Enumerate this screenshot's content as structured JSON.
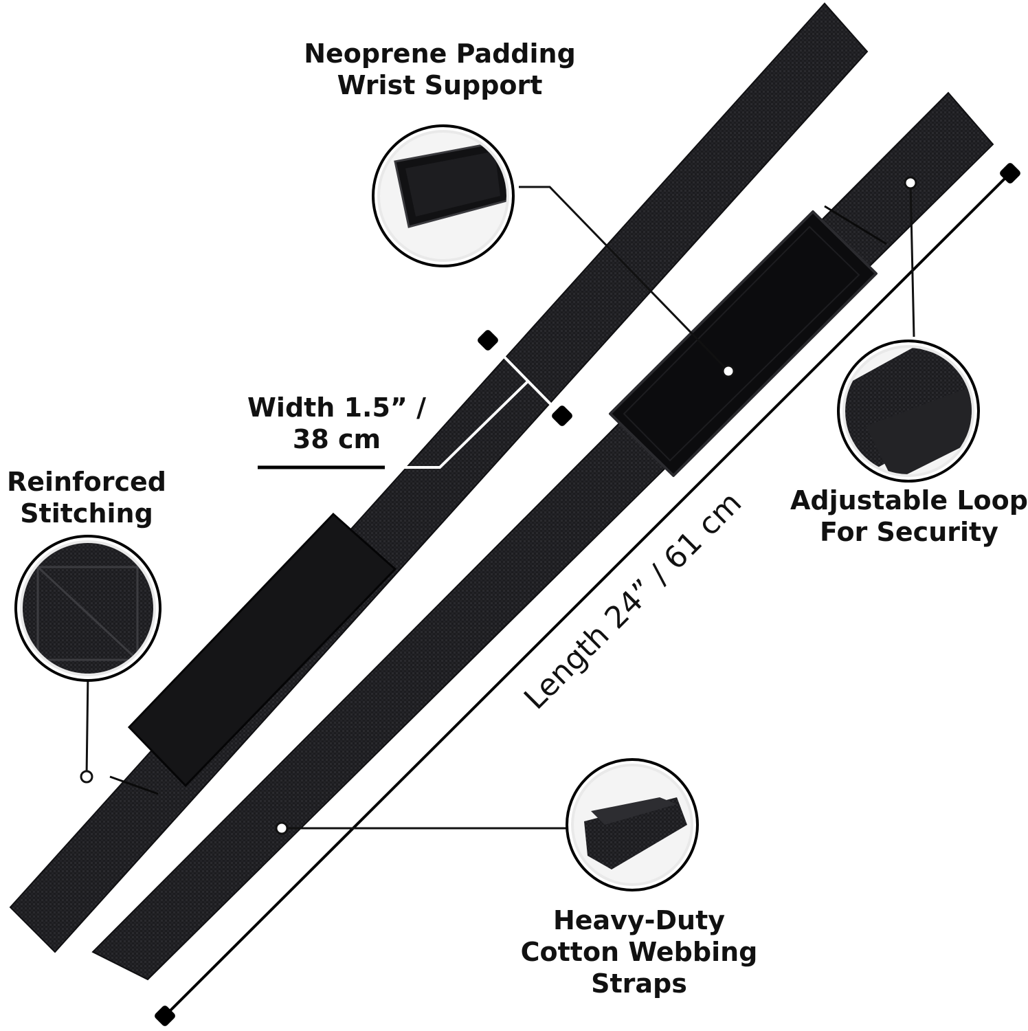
{
  "callouts": {
    "neoprene": {
      "line1": "Neoprene Padding",
      "line2": "Wrist Support"
    },
    "width": {
      "line1": "Width 1.5” /",
      "line2": "38 cm"
    },
    "reinforced": {
      "line1": "Reinforced",
      "line2": "Stitching"
    },
    "adjustable": {
      "line1": "Adjustable Loop",
      "line2": "For Security"
    },
    "heavy": {
      "line1": "Heavy-Duty",
      "line2": "Cotton Webbing",
      "line3": "Straps"
    },
    "length": {
      "text": "Length 24” / 61 cm"
    }
  },
  "colors": {
    "strap": "#1b1b1e",
    "pad": "#0d0d0f",
    "leader": "#111111",
    "ring": "#e9e9e9"
  }
}
